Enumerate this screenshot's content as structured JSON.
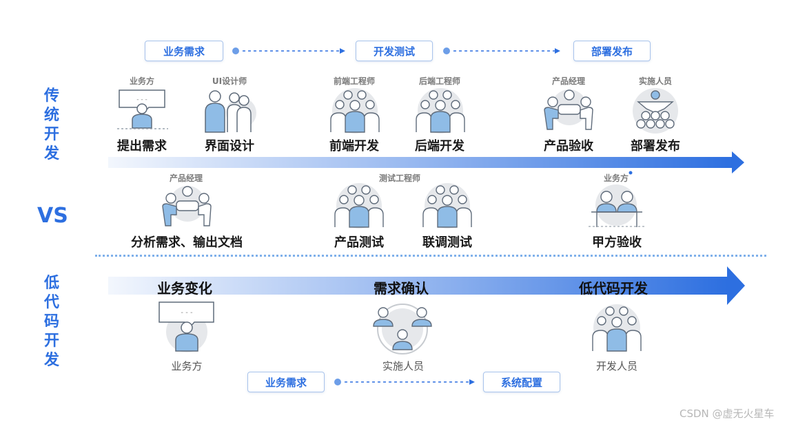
{
  "top_flow": {
    "stages": [
      "业务需求",
      "开发测试",
      "部署发布"
    ]
  },
  "traditional": {
    "side_label": [
      "传",
      "统",
      "开",
      "发"
    ],
    "row1": [
      {
        "role": "业务方",
        "task": "提出需求",
        "icon": "chat-person-icon"
      },
      {
        "role": "UI设计师",
        "task": "界面设计",
        "icon": "group-three-icon"
      },
      {
        "role": "前端工程师",
        "task": "前端开发",
        "icon": "team-crowd-icon"
      },
      {
        "role": "后端工程师",
        "task": "后端开发",
        "icon": "team-crowd-icon"
      },
      {
        "role": "产品经理",
        "task": "产品验收",
        "icon": "meeting-table-icon"
      },
      {
        "role": "实施人员",
        "task": "部署发布",
        "icon": "presenter-audience-icon"
      }
    ],
    "row2": [
      {
        "role": "产品经理",
        "task": "分析需求、输出文档",
        "icon": "meeting-table-icon"
      },
      {
        "role": "测试工程师",
        "task": "产品测试",
        "icon": "team-crowd-icon"
      },
      {
        "role": "",
        "task": "联调测试",
        "icon": "team-crowd-icon"
      },
      {
        "role": "业务方",
        "task": "甲方验收",
        "icon": "two-person-desk-icon"
      }
    ]
  },
  "vs_label": "VS",
  "lowcode": {
    "side_label": [
      "低",
      "代",
      "码",
      "开",
      "发"
    ],
    "stages": [
      "业务变化",
      "需求确认",
      "低代码开发"
    ],
    "people": [
      {
        "caption": "业务方",
        "icon": "chat-person-icon"
      },
      {
        "caption": "实施人员",
        "icon": "collaboration-circle-icon"
      },
      {
        "caption": "开发人员",
        "icon": "team-crowd-icon"
      }
    ]
  },
  "bottom_flow": {
    "stages": [
      "业务需求",
      "系统配置"
    ]
  },
  "watermark": "CSDN @虚无火星车",
  "colors": {
    "accent": "#2d6fe0",
    "person_fill": "#8fbce6",
    "person_outline": "#5f6b7a",
    "circle_bg": "#e6e8eb"
  }
}
